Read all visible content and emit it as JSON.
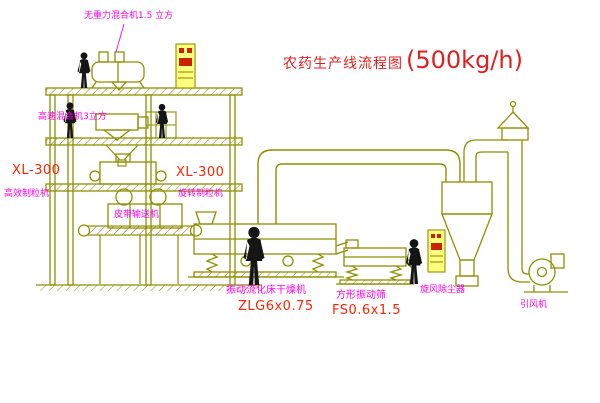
{
  "title": {
    "name": "农药生产线流程图",
    "capacity": "(500kg/h)"
  },
  "labels": {
    "gravity_mixer": "无重力混合机1.5 立方",
    "high_speed_mixer": "高速混合机3立方",
    "granulator_left_model": "XL-300",
    "granulator_left_name": "高效制粒机",
    "granulator_mid_model": "XL-300",
    "granulator_mid_name": "旋转制粒机",
    "belt_conveyor": "皮带输送机",
    "fluid_bed_dryer": "振动流化床干燥机",
    "fluid_bed_dryer_model": "ZLG6x0.75",
    "vibrating_screen": "方形振动筛",
    "vibrating_screen_model": "FS0.6x1.5",
    "cyclone": "旋风除尘器",
    "induced_draft_fan": "引风机"
  },
  "colors": {
    "drawing_line": "#8f8f00",
    "label_magenta": "#ff00e6",
    "label_red": "#ff2400",
    "title_red": "#e02020",
    "cabinet_fill": "#ffff7d",
    "button_red": "#cc2200",
    "figure_black": "#151515",
    "background": "#ffffff"
  }
}
